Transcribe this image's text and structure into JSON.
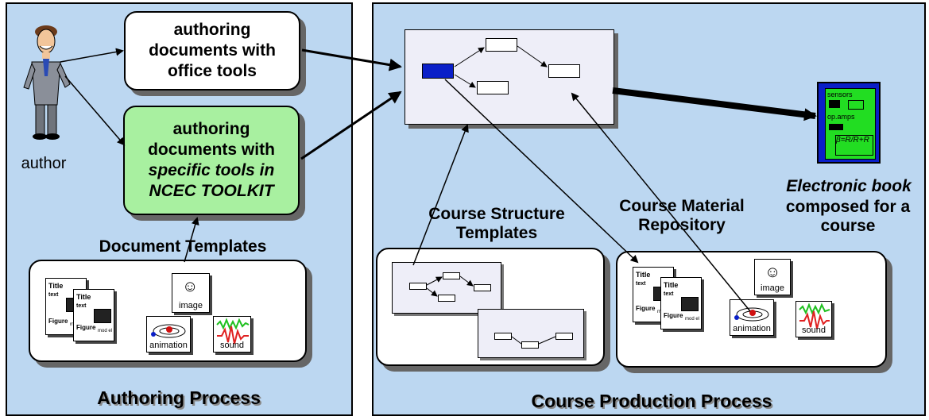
{
  "labels": {
    "box_office": "authoring documents with office tools",
    "box_specific_line1": "authoring documents with",
    "box_specific_line2": "specific tools in NCEC TOOLKIT",
    "author": "author",
    "document_templates": "Document Templates",
    "course_structure_templates": "Course Structure Templates",
    "course_material_repository": "Course Material Repository",
    "electronic_book": "Electronic book",
    "composed_for_course": "composed for a course",
    "authoring_process": "Authoring Process",
    "course_production_process": "Course Production Process"
  },
  "doc_card": {
    "title": "Title",
    "text": "text",
    "figure": "Figure",
    "model": "mod el"
  },
  "media": {
    "image": "image",
    "animation": "animation",
    "sound": "sound"
  },
  "ebook_screen": {
    "sensors": "sensors",
    "op_amps": "op.amps"
  },
  "colors": {
    "panel": "#bcd7f1",
    "green_box": "#a8f0a0",
    "ebook_green": "#22dd22",
    "selected_node": "#0a1fc8"
  }
}
